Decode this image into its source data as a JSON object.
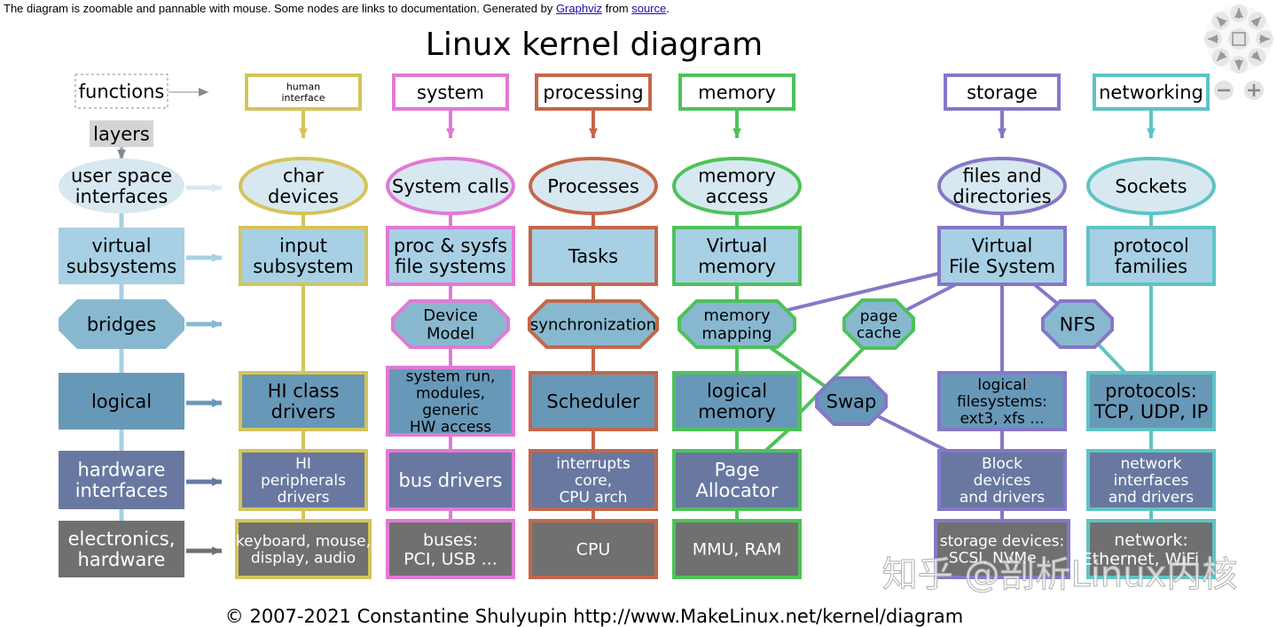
{
  "header": {
    "note_prefix": "The diagram is zoomable and pannable with mouse. Some nodes are links to documentation. Generated by",
    "graphviz_link": "Graphviz",
    "note_from": "from",
    "source_link": "source",
    "note_end": "."
  },
  "title": "Linux kernel diagram",
  "footer": "© 2007-2021 Constantine Shulyupin http://www.MakeLinux.net/kernel/diagram",
  "watermark": "知乎 @剖析Linux内核",
  "legend": {
    "functions": "functions",
    "layers": "layers",
    "rows": [
      [
        "user space",
        "interfaces"
      ],
      [
        "virtual",
        "subsystems"
      ],
      [
        "bridges"
      ],
      [
        "logical"
      ],
      [
        "hardware",
        "interfaces"
      ],
      [
        "electronics,",
        "hardware"
      ]
    ]
  },
  "columns": [
    {
      "key": "human-interface",
      "header": [
        "human",
        "interface"
      ],
      "color": "#d4c45a",
      "user_space": [
        "char",
        "devices"
      ],
      "virtual": [
        "input",
        "subsystem"
      ],
      "logical": [
        "HI class",
        "drivers"
      ],
      "hardware_if": [
        "HI",
        "peripherals",
        "drivers"
      ],
      "electronics": [
        "keyboard, mouse,",
        "display, audio"
      ]
    },
    {
      "key": "system",
      "header": [
        "system"
      ],
      "color": "#e07ad6",
      "user_space": [
        "System calls"
      ],
      "virtual": [
        "proc & sysfs",
        "file systems"
      ],
      "bridge": [
        "Device",
        "Model"
      ],
      "logical": [
        "system run,",
        "modules,",
        "generic",
        "HW access"
      ],
      "hardware_if": [
        "bus drivers"
      ],
      "electronics": [
        "buses:",
        "PCI, USB ..."
      ]
    },
    {
      "key": "processing",
      "header": [
        "processing"
      ],
      "color": "#c4674a",
      "user_space": [
        "Processes"
      ],
      "virtual": [
        "Tasks"
      ],
      "bridge": [
        "synchronization"
      ],
      "logical": [
        "Scheduler"
      ],
      "hardware_if": [
        "interrupts",
        "core,",
        "CPU arch"
      ],
      "electronics": [
        "CPU"
      ]
    },
    {
      "key": "memory",
      "header": [
        "memory"
      ],
      "color": "#4ec25a",
      "user_space": [
        "memory",
        "access"
      ],
      "virtual": [
        "Virtual",
        "memory"
      ],
      "bridge": [
        "memory",
        "mapping"
      ],
      "logical": [
        "logical",
        "memory"
      ],
      "hardware_if": [
        "Page",
        "Allocator"
      ],
      "electronics": [
        "MMU, RAM"
      ]
    },
    {
      "key": "storage",
      "header": [
        "storage"
      ],
      "color": "#8478c8",
      "user_space": [
        "files and",
        "directories"
      ],
      "virtual": [
        "Virtual",
        "File System"
      ],
      "logical": [
        "logical",
        "filesystems:",
        "ext3, xfs ..."
      ],
      "hardware_if": [
        "Block",
        "devices",
        "and drivers"
      ],
      "electronics": [
        "storage devices:",
        "SCSI, NVMe ..."
      ]
    },
    {
      "key": "networking",
      "header": [
        "networking"
      ],
      "color": "#5ec4c4",
      "user_space": [
        "Sockets"
      ],
      "virtual": [
        "protocol",
        "families"
      ],
      "logical": [
        "protocols:",
        "TCP, UDP, IP"
      ],
      "hardware_if": [
        "network",
        "interfaces",
        "and drivers"
      ],
      "electronics": [
        "network:",
        "Ethernet, WiFi ..."
      ]
    }
  ],
  "extra_nodes": {
    "page_cache": [
      "page",
      "cache"
    ],
    "swap": [
      "Swap"
    ],
    "nfs": [
      "NFS"
    ]
  },
  "colors": {
    "row_user_space": "#d8e8f0",
    "row_virtual": "#a8d0e4",
    "row_bridges": "#88b8d0",
    "row_logical": "#6898b8",
    "row_hardware_if": "#6878a0",
    "row_electronics": "#707070",
    "legend_arrow": "#a8d0e4",
    "text_dark": "#000000",
    "text_light": "#ffffff"
  },
  "zoom_controls": {
    "zoom_out": "zoom-out",
    "zoom_in": "zoom-in"
  }
}
